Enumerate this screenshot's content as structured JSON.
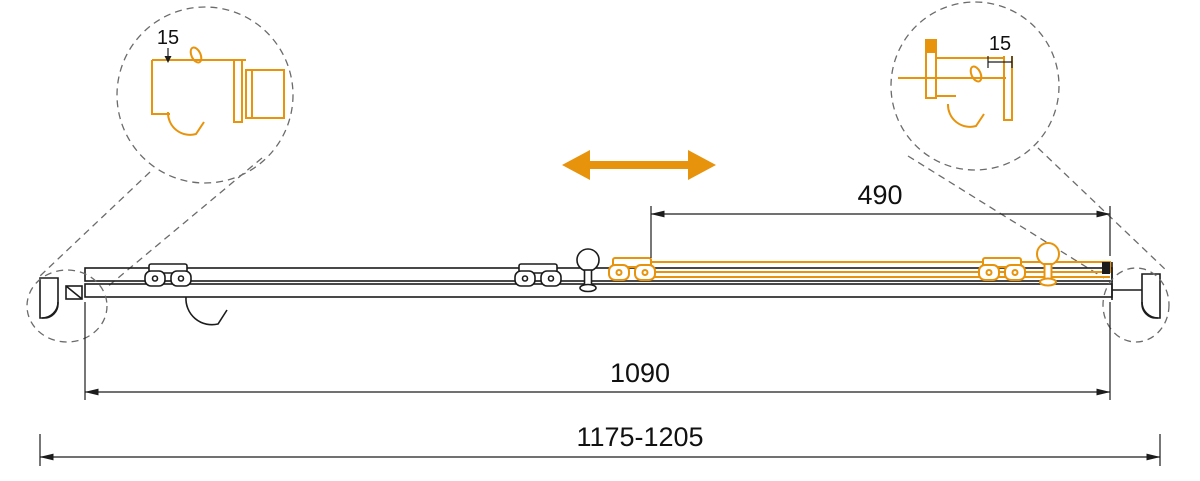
{
  "drawing": {
    "dimensions": {
      "dim_15_left": "15",
      "dim_15_right": "15",
      "dim_490": "490",
      "dim_1090": "1090",
      "dim_overall": "1175-1205"
    },
    "colors": {
      "line": "#1c1c1c",
      "accent": "#e8930c",
      "callout": "#6b6b6b"
    },
    "icons": {
      "move_arrow": "double-horizontal-arrow"
    }
  }
}
